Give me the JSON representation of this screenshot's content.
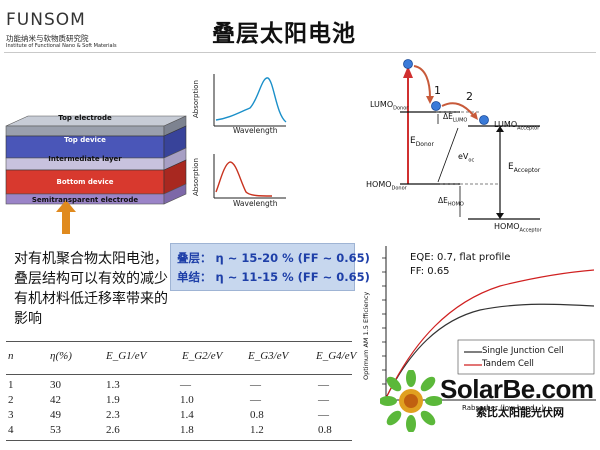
{
  "logo": {
    "name": "FUNSOM",
    "cn": "功能纳米与软物质研究院",
    "en": "Institute of Functional Nano & Soft Materials"
  },
  "title": "叠层太阳电池",
  "stack": {
    "layers": [
      "Top electrode",
      "Top device",
      "Intermediate layer",
      "Bottom device",
      "Semitransparent electrode"
    ],
    "colors": {
      "top_electrode": "#9aa0ad",
      "top_device": "#4a56b8",
      "intermediate": "#c8c2de",
      "bottom_device": "#d8392e",
      "semitransparent": "#9b84c8",
      "arrow": "#e08a1e"
    }
  },
  "absorption_plots": {
    "ylabel": "Absorption",
    "xlabel": "Wavelength",
    "top_color": "#1a8fc9",
    "bottom_color": "#c8331f"
  },
  "energy_diagram": {
    "lumo_donor": "LUMO",
    "lumo_donor_sub": "Donor",
    "lumo_acceptor": "LUMO",
    "lumo_acceptor_sub": "Acceptor",
    "homo_donor": "HOMO",
    "homo_donor_sub": "Donor",
    "homo_acceptor": "HOMO",
    "homo_acceptor_sub": "Acceptor",
    "e_donor": "E",
    "e_donor_sub": "Donor",
    "e_acceptor": "E",
    "e_acceptor_sub": "Acceptor",
    "delta_lumo": "ΔE",
    "delta_lumo_sub": "LUMO",
    "delta_homo": "ΔE",
    "delta_homo_sub": "HOMO",
    "voc": "eV",
    "voc_sub": "oc",
    "step1": "1",
    "step2": "2"
  },
  "description": "对有机聚合物太阳电池，叠层结构可以有效的减少有机材料低迁移率带来的影响",
  "efficiency_box": {
    "line1": "叠层：  η ~ 15-20 % (FF ~ 0.65)",
    "line2": "单结：  η ~ 11-15 % (FF ~ 0.65)"
  },
  "table": {
    "headers": [
      "n",
      "η(%)",
      "E_G1/eV",
      "E_G2/eV",
      "E_G3/eV",
      "E_G4/eV"
    ],
    "rows": [
      [
        "1",
        "30",
        "1.3",
        "—",
        "—",
        "—"
      ],
      [
        "2",
        "42",
        "1.9",
        "1.0",
        "—",
        "—"
      ],
      [
        "3",
        "49",
        "2.3",
        "1.4",
        "0.8",
        "—"
      ],
      [
        "4",
        "53",
        "2.6",
        "1.8",
        "1.2",
        "0.8"
      ]
    ]
  },
  "efficiency_chart": {
    "annot1": "EQE: 0.7, flat profile",
    "annot2": "FF: 0.65",
    "ylabel": "Optimum AM 1.5 Efficiency",
    "xlabel": "Rabsorber (low band...)",
    "legend": [
      "Single Junction Cell",
      "Tandem Cell"
    ],
    "series_colors": [
      "#333333",
      "#d02020"
    ]
  },
  "watermark": {
    "brand": "SolarBe.com",
    "cn": "索比太阳能光伏网"
  }
}
